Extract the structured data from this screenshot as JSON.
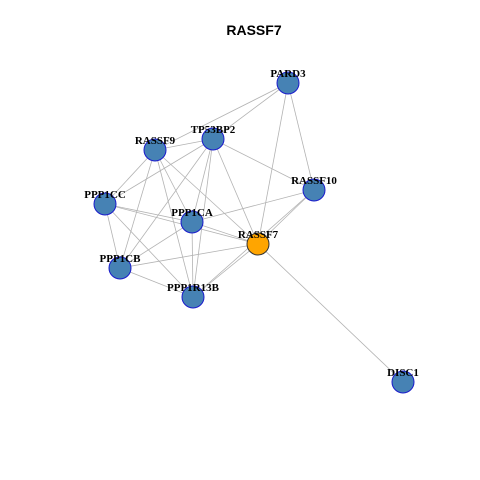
{
  "title": "RASSF7",
  "colors": {
    "default_node": "#4682b4",
    "default_node_border": "#1a1acc",
    "highlight_node": "#ffa500",
    "highlight_node_border": "#333333",
    "edge": "#b3b3b3",
    "background": "#ffffff"
  },
  "nodes": [
    {
      "id": "PARD3",
      "label": "PARD3",
      "highlight": false
    },
    {
      "id": "TP53BP2",
      "label": "TP53BP2",
      "highlight": false
    },
    {
      "id": "RASSF9",
      "label": "RASSF9",
      "highlight": false
    },
    {
      "id": "RASSF10",
      "label": "RASSF10",
      "highlight": false
    },
    {
      "id": "PPP1CC",
      "label": "PPP1CC",
      "highlight": false
    },
    {
      "id": "PPP1CA",
      "label": "PPP1CA",
      "highlight": false
    },
    {
      "id": "RASSF7",
      "label": "RASSF7",
      "highlight": true
    },
    {
      "id": "PPP1CB",
      "label": "PPP1CB",
      "highlight": false
    },
    {
      "id": "PPP1R13B",
      "label": "PPP1R13B",
      "highlight": false
    },
    {
      "id": "DISC1",
      "label": "DISC1",
      "highlight": false
    }
  ],
  "edges": [
    [
      "PARD3",
      "TP53BP2"
    ],
    [
      "PARD3",
      "RASSF9"
    ],
    [
      "PARD3",
      "RASSF10"
    ],
    [
      "PARD3",
      "RASSF7"
    ],
    [
      "TP53BP2",
      "RASSF9"
    ],
    [
      "TP53BP2",
      "RASSF10"
    ],
    [
      "TP53BP2",
      "PPP1CC"
    ],
    [
      "TP53BP2",
      "PPP1CA"
    ],
    [
      "TP53BP2",
      "PPP1CB"
    ],
    [
      "TP53BP2",
      "PPP1R13B"
    ],
    [
      "TP53BP2",
      "RASSF7"
    ],
    [
      "RASSF9",
      "PPP1CC"
    ],
    [
      "RASSF9",
      "PPP1CA"
    ],
    [
      "RASSF9",
      "PPP1CB"
    ],
    [
      "RASSF9",
      "PPP1R13B"
    ],
    [
      "RASSF9",
      "RASSF7"
    ],
    [
      "RASSF10",
      "PPP1CA"
    ],
    [
      "RASSF10",
      "RASSF7"
    ],
    [
      "RASSF10",
      "PPP1R13B"
    ],
    [
      "PPP1CC",
      "PPP1CA"
    ],
    [
      "PPP1CC",
      "PPP1CB"
    ],
    [
      "PPP1CC",
      "PPP1R13B"
    ],
    [
      "PPP1CC",
      "RASSF7"
    ],
    [
      "PPP1CA",
      "PPP1CB"
    ],
    [
      "PPP1CA",
      "PPP1R13B"
    ],
    [
      "PPP1CA",
      "RASSF7"
    ],
    [
      "PPP1CB",
      "RASSF7"
    ],
    [
      "PPP1CB",
      "PPP1R13B"
    ],
    [
      "PPP1R13B",
      "RASSF7"
    ],
    [
      "RASSF7",
      "DISC1"
    ]
  ]
}
